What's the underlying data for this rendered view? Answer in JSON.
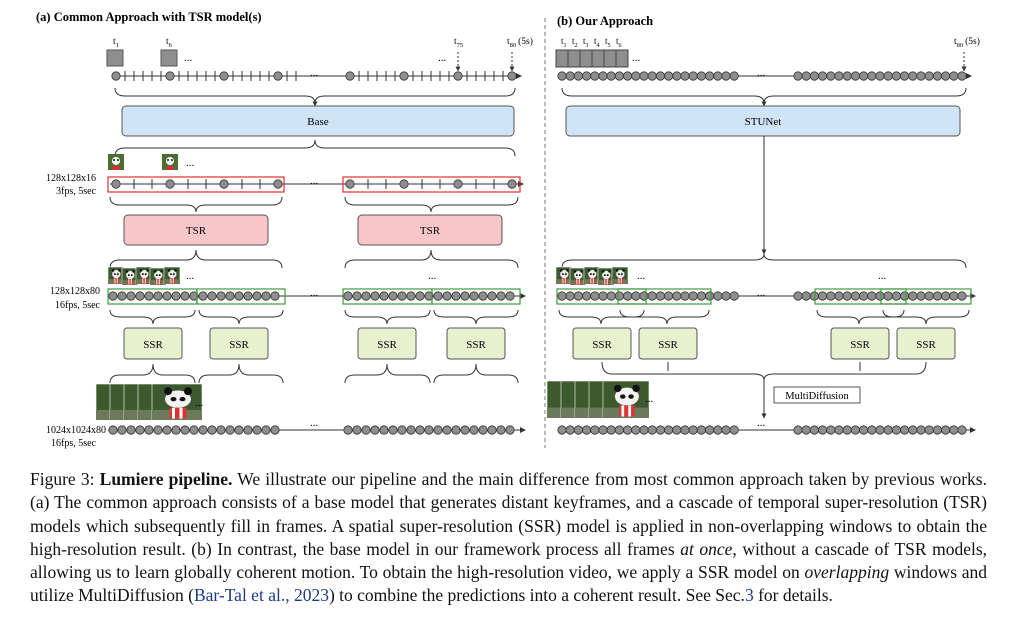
{
  "panel_a": {
    "title": "(a) Common Approach with TSR model(s)",
    "t_labels": [
      "t",
      "t",
      "t",
      "t"
    ],
    "t_subs": [
      "1",
      "6",
      "75",
      "80"
    ],
    "t_suffix": "(5s)",
    "base_label": "Base",
    "tsr_label": "TSR",
    "ssr_label": "SSR",
    "row1_res": "128x128x16",
    "row1_rate": "3fps, 5sec",
    "row2_res": "128x128x80",
    "row2_rate": "16fps, 5sec",
    "row3_res": "1024x1024x80",
    "row3_rate": "16fps, 5sec",
    "dots": "..."
  },
  "panel_b": {
    "title": "(b) Our Approach",
    "t_subs": [
      "1",
      "2",
      "3",
      "4",
      "5",
      "6"
    ],
    "t_end_sub": "80",
    "t_suffix": "(5s)",
    "stunet_label": "STUNet",
    "ssr_label": "SSR",
    "multidiffusion_label": "MultiDiffusion"
  },
  "caption": {
    "figure_label": "Figure 3:",
    "bold_title": "Lumiere pipeline.",
    "text_1": "We illustrate our pipeline and the main difference from most common approach taken by previous works. (a) The common approach consists of a base model that generates distant keyframes, and a cascade of temporal super-resolution (TSR) models which subsequently fill in frames. A spatial super-resolution (SSR) model is applied in non-overlapping windows to obtain the high-resolution result. (b) In contrast, the base model in our framework process all frames",
    "italic_1": "at once",
    "text_2": ", without a cascade of TSR models, allowing us to learn globally coherent motion. To obtain the high-resolution video, we apply a SSR model on",
    "italic_2": "overlapping",
    "text_3": "windows and utilize MultiDiffusion (",
    "citation": "Bar-Tal et al., 2023",
    "text_4": ") to combine the predictions into a coherent result. See Sec.",
    "sec_ref": "3",
    "text_5": "for details."
  },
  "colors": {
    "base_fill": "#cfe4f7",
    "tsr_fill": "#f7c6c8",
    "ssr_fill": "#e8f1cf",
    "red_window": "#e03030",
    "green_window": "#3f9a3f",
    "frame_gray": "#8e8e8e",
    "link_blue": "#1a3a8a"
  }
}
